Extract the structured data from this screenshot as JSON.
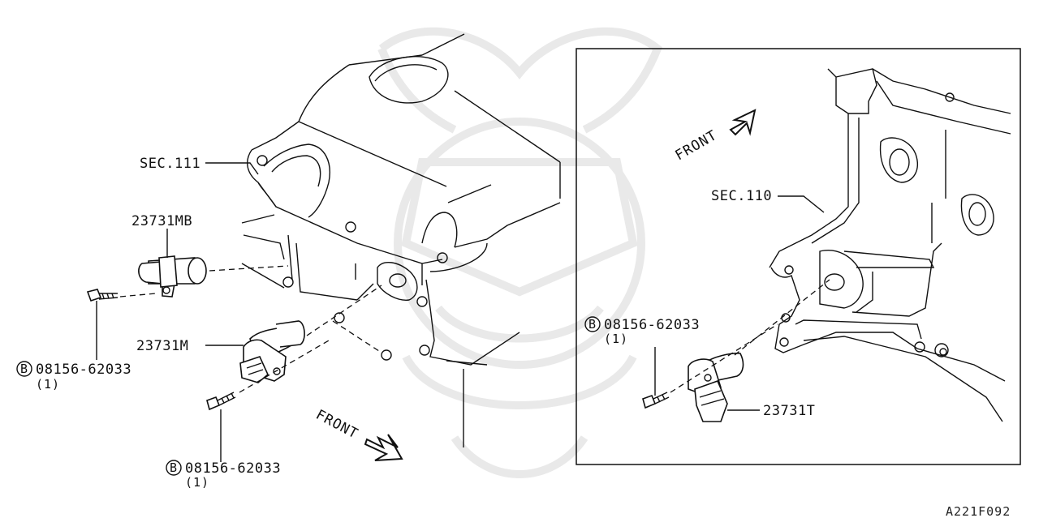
{
  "diagram": {
    "left_view": {
      "sec_ref": "SEC.111",
      "front_label": "FRONT",
      "parts": [
        {
          "part_no": "23731MB"
        },
        {
          "part_no": "23731M"
        }
      ],
      "bolts": [
        {
          "circle": "B",
          "part_no": "08156-62033",
          "qty": "(1)"
        },
        {
          "circle": "B",
          "part_no": "08156-62033",
          "qty": "(1)"
        }
      ]
    },
    "right_view": {
      "sec_ref": "SEC.110",
      "front_label": "FRONT",
      "parts": [
        {
          "part_no": "23731T"
        }
      ],
      "bolts": [
        {
          "circle": "B",
          "part_no": "08156-62033",
          "qty": "(1)"
        }
      ]
    },
    "figure_ref": "A221F092"
  },
  "colors": {
    "line": "#111111",
    "watermark": "#e9e9e9",
    "background": "#ffffff"
  }
}
